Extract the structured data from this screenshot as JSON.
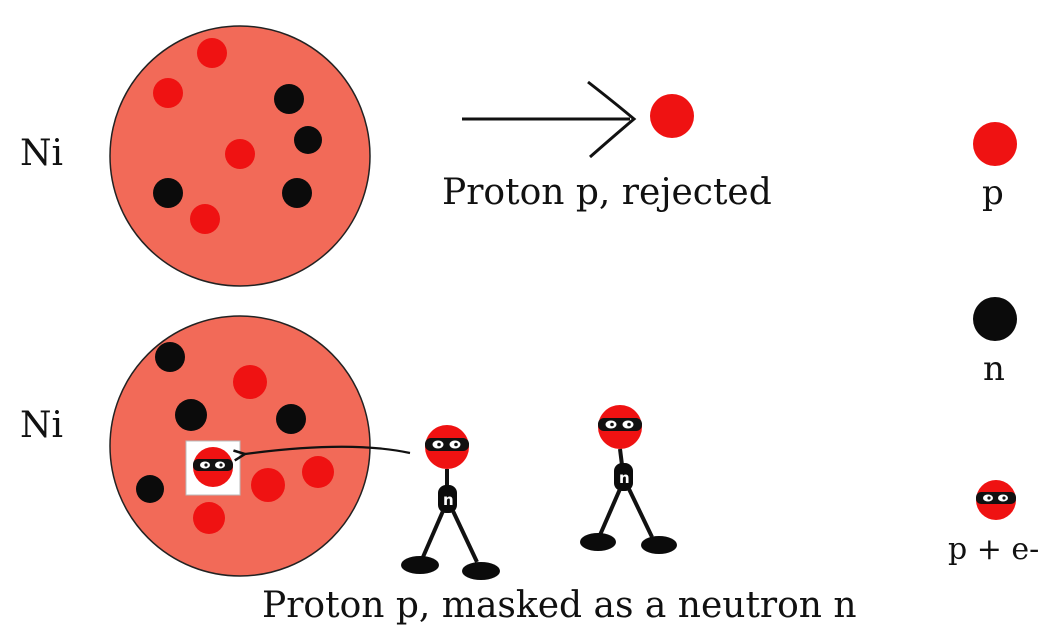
{
  "top_row": {
    "nucleus_label": "Ni",
    "caption": "Proton p, rejected"
  },
  "bottom_row": {
    "nucleus_label": "Ni",
    "caption": "Proton p, masked as a neutron n",
    "walker_mark": "n"
  },
  "legend": {
    "proton_label": "p",
    "neutron_label": "n",
    "masked_label": "p + e-"
  },
  "colors": {
    "nucleus_fill": "#f26a58",
    "proton": "#ef1212",
    "neutron": "#0b0b0b",
    "mask_band": "#111111",
    "eye_white": "#ffffff",
    "highlight_box": "#ffffff",
    "text": "#111111"
  },
  "icons": {
    "rejection_arrow": "long-right-arrow-icon",
    "capture_arrow": "curved-left-arrow-icon",
    "masked_proton": "masked-proton-face-icon",
    "walker": "stick-figure-walker-icon"
  }
}
